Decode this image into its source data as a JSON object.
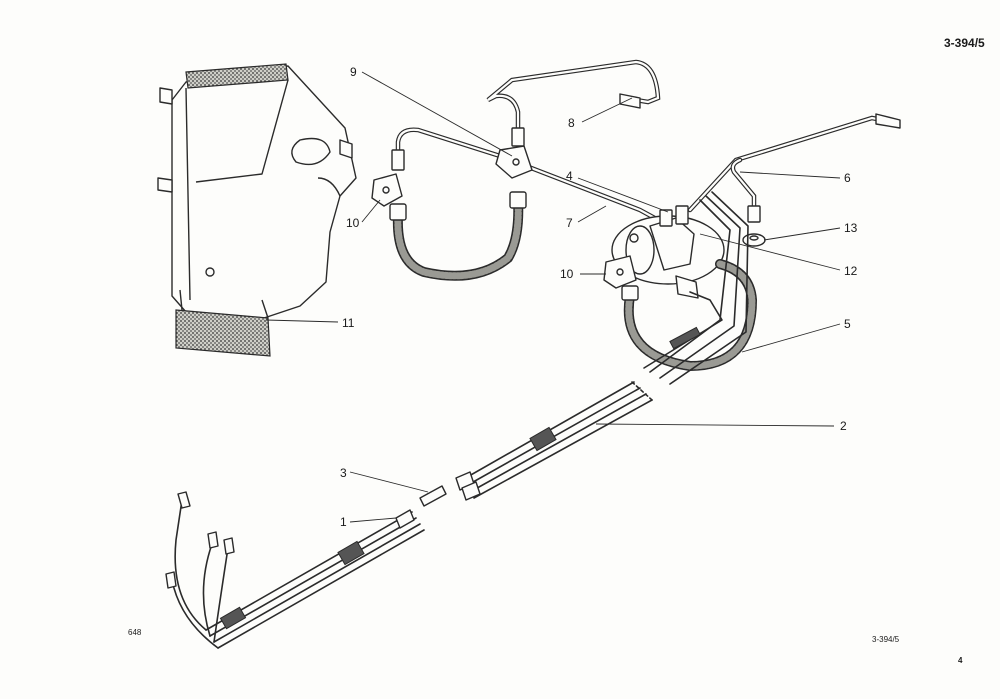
{
  "header": {
    "sheet_ref": "3-394/5"
  },
  "footer": {
    "figure_code": "648",
    "ref": "3-394/5",
    "page": "4"
  },
  "callouts": [
    {
      "id": "c1",
      "label": "1"
    },
    {
      "id": "c2",
      "label": "2"
    },
    {
      "id": "c3",
      "label": "3"
    },
    {
      "id": "c4",
      "label": "4"
    },
    {
      "id": "c5",
      "label": "5"
    },
    {
      "id": "c6",
      "label": "6"
    },
    {
      "id": "c7",
      "label": "7"
    },
    {
      "id": "c8",
      "label": "8"
    },
    {
      "id": "c9",
      "label": "9"
    },
    {
      "id": "c10a",
      "label": "10"
    },
    {
      "id": "c10b",
      "label": "10"
    },
    {
      "id": "c11",
      "label": "11"
    },
    {
      "id": "c12",
      "label": "12"
    },
    {
      "id": "c13",
      "label": "13"
    }
  ]
}
